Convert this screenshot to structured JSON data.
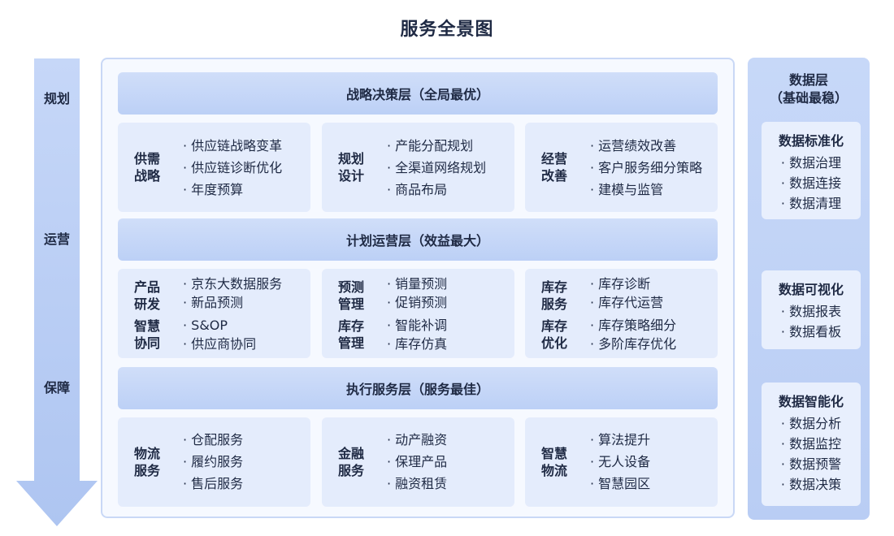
{
  "title": "服务全景图",
  "left_axis": {
    "plan": "规划",
    "operate": "运营",
    "guarantee": "保障"
  },
  "layers": [
    {
      "name": "战略决策层（全局最优）",
      "cards": [
        {
          "head": [
            "供需",
            "战略"
          ],
          "items": [
            "供应链战略变革",
            "供应链诊断优化",
            "年度预算"
          ]
        },
        {
          "head": [
            "规划",
            "设计"
          ],
          "items": [
            "产能分配规划",
            "全渠道网络规划",
            "商品布局"
          ]
        },
        {
          "head": [
            "经营",
            "改善"
          ],
          "items": [
            "运营绩效改善",
            "客户服务细分策略",
            "建模与监管"
          ]
        }
      ]
    },
    {
      "name": "计划运营层（效益最大）",
      "cards": [
        {
          "groups": [
            {
              "head": [
                "产品",
                "研发"
              ],
              "items": [
                "京东大数据服务",
                "新品预测"
              ]
            },
            {
              "head": [
                "智慧",
                "协同"
              ],
              "items": [
                "S&OP",
                "供应商协同"
              ]
            }
          ]
        },
        {
          "groups": [
            {
              "head": [
                "预测",
                "管理"
              ],
              "items": [
                "销量预测",
                "促销预测"
              ]
            },
            {
              "head": [
                "库存",
                "管理"
              ],
              "items": [
                "智能补调",
                "库存仿真"
              ]
            }
          ]
        },
        {
          "groups": [
            {
              "head": [
                "库存",
                "服务"
              ],
              "items": [
                "库存诊断",
                "库存代运营"
              ]
            },
            {
              "head": [
                "库存",
                "优化"
              ],
              "items": [
                "库存策略细分",
                "多阶库存优化"
              ]
            }
          ]
        }
      ]
    },
    {
      "name": "执行服务层（服务最佳）",
      "cards": [
        {
          "head": [
            "物流",
            "服务"
          ],
          "items": [
            "仓配服务",
            "履约服务",
            "售后服务"
          ]
        },
        {
          "head": [
            "金融",
            "服务"
          ],
          "items": [
            "动产融资",
            "保理产品",
            "融资租赁"
          ]
        },
        {
          "head": [
            "智慧",
            "物流"
          ],
          "items": [
            "算法提升",
            "无人设备",
            "智慧园区"
          ]
        }
      ]
    }
  ],
  "data_layer": {
    "title_line1": "数据层",
    "title_line2": "（基础最稳）",
    "groups": [
      {
        "name": "数据标准化",
        "items": [
          "数据治理",
          "数据连接",
          "数据清理"
        ]
      },
      {
        "name": "数据可视化",
        "items": [
          "数据报表",
          "数据看板"
        ]
      },
      {
        "name": "数据智能化",
        "items": [
          "数据分析",
          "数据监控",
          "数据预警",
          "数据决策"
        ]
      }
    ]
  },
  "colors": {
    "bar": "#bcd0f6",
    "card": "#e4ecfc",
    "arrow": "#b7cbf3",
    "frame": "#c9d8f6"
  }
}
